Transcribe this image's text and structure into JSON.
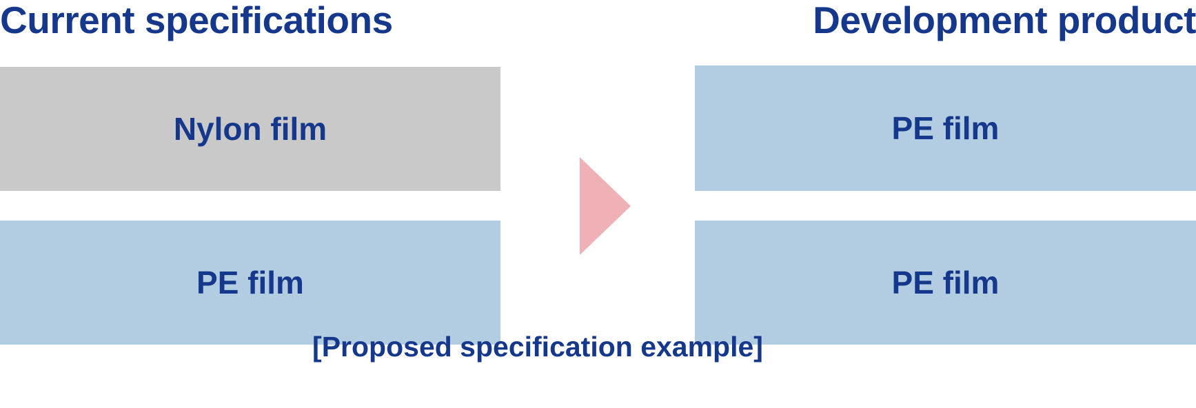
{
  "figure": {
    "caption": "[Proposed specification example]",
    "colors": {
      "text_navy": "#15388c",
      "nylon_layer": "#c9c9c9",
      "pe_layer": "#b2cce2",
      "arrow_pink": "#efb0b6",
      "background": "#ffffff"
    }
  },
  "columns": {
    "left": {
      "title": "Current specifications",
      "layers": [
        {
          "label": "Nylon film",
          "material": "nylon",
          "fill": "#c9c9c9"
        },
        {
          "label": "PE film",
          "material": "polyethylene",
          "fill": "#b2cce2"
        }
      ]
    },
    "right": {
      "title": "Development product",
      "layers": [
        {
          "label": "PE film",
          "material": "polyethylene",
          "fill": "#b2cce2"
        },
        {
          "label": "PE film",
          "material": "polyethylene",
          "fill": "#b2cce2"
        }
      ]
    }
  },
  "arrow": {
    "name": "right-triangle-arrow",
    "direction": "right",
    "fill": "#efb0b6"
  }
}
